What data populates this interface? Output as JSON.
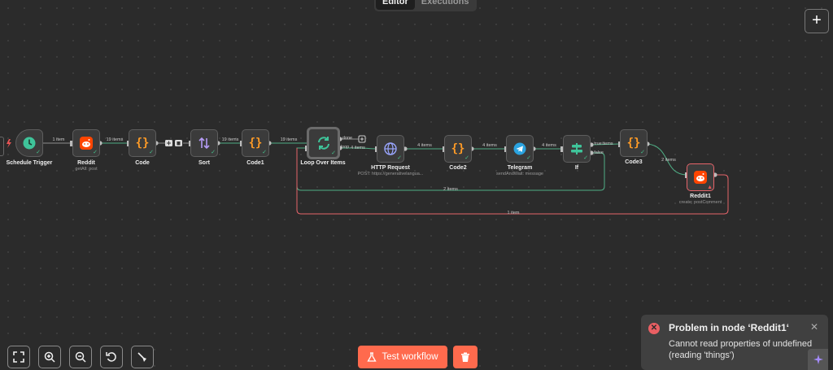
{
  "header": {
    "tabs": [
      "Editor",
      "Executions"
    ],
    "active_tab": 0
  },
  "nodes": [
    {
      "id": "trigger",
      "name": "Schedule Trigger",
      "sub": "",
      "icon": "clock-icon",
      "status": "success"
    },
    {
      "id": "reddit",
      "name": "Reddit",
      "sub": "getAll: post",
      "icon": "reddit-icon",
      "status": "success"
    },
    {
      "id": "code",
      "name": "Code",
      "sub": "",
      "icon": "code-braces-icon",
      "status": "success"
    },
    {
      "id": "sort",
      "name": "Sort",
      "sub": "",
      "icon": "sort-icon",
      "status": "success"
    },
    {
      "id": "code1",
      "name": "Code1",
      "sub": "",
      "icon": "code-braces-icon",
      "status": "success"
    },
    {
      "id": "loop",
      "name": "Loop Over Items",
      "sub": "",
      "icon": "loop-icon",
      "status": "success"
    },
    {
      "id": "http",
      "name": "HTTP Request",
      "sub": "POST: https://generativelangua...",
      "icon": "globe-icon",
      "status": "success"
    },
    {
      "id": "code2",
      "name": "Code2",
      "sub": "",
      "icon": "code-braces-icon",
      "status": "success"
    },
    {
      "id": "telegram",
      "name": "Telegram",
      "sub": "sendAndWait: message",
      "icon": "telegram-icon",
      "status": "success"
    },
    {
      "id": "if",
      "name": "If",
      "sub": "",
      "icon": "if-icon",
      "status": "success"
    },
    {
      "id": "code3",
      "name": "Code3",
      "sub": "",
      "icon": "code-braces-icon",
      "status": "success"
    },
    {
      "id": "reddit1",
      "name": "Reddit1",
      "sub": "create: postComment",
      "icon": "reddit-icon",
      "status": "error"
    }
  ],
  "edge_labels": {
    "trigger_reddit": "1 item",
    "reddit_code": "19 items",
    "sort_code1": "19 items",
    "code1_loop": "19 items",
    "loop_done": "done",
    "loop_loop": "loop",
    "loop_http": "4 items",
    "http_code2": "4 items",
    "code2_telegram": "4 items",
    "telegram_if": "4 items",
    "if_true": "true",
    "if_items": "items",
    "if_false": "false",
    "code3_reddit1": "2 items",
    "if_false_back": "2 items",
    "reddit1_back": "1 item"
  },
  "toolbar": {
    "buttons": [
      "fit-view-icon",
      "zoom-in-icon",
      "zoom-out-icon",
      "reset-zoom-icon",
      "tidy-up-icon"
    ],
    "test_label": "Test workflow"
  },
  "toast": {
    "title": "Problem in node ‘Reddit1‘",
    "message": "Cannot read properties of undefined (reading 'things')"
  },
  "colors": {
    "accent": "#ff6a4d",
    "success": "#45c08a",
    "error": "#ea5455",
    "edge_back": "#e5646a"
  }
}
